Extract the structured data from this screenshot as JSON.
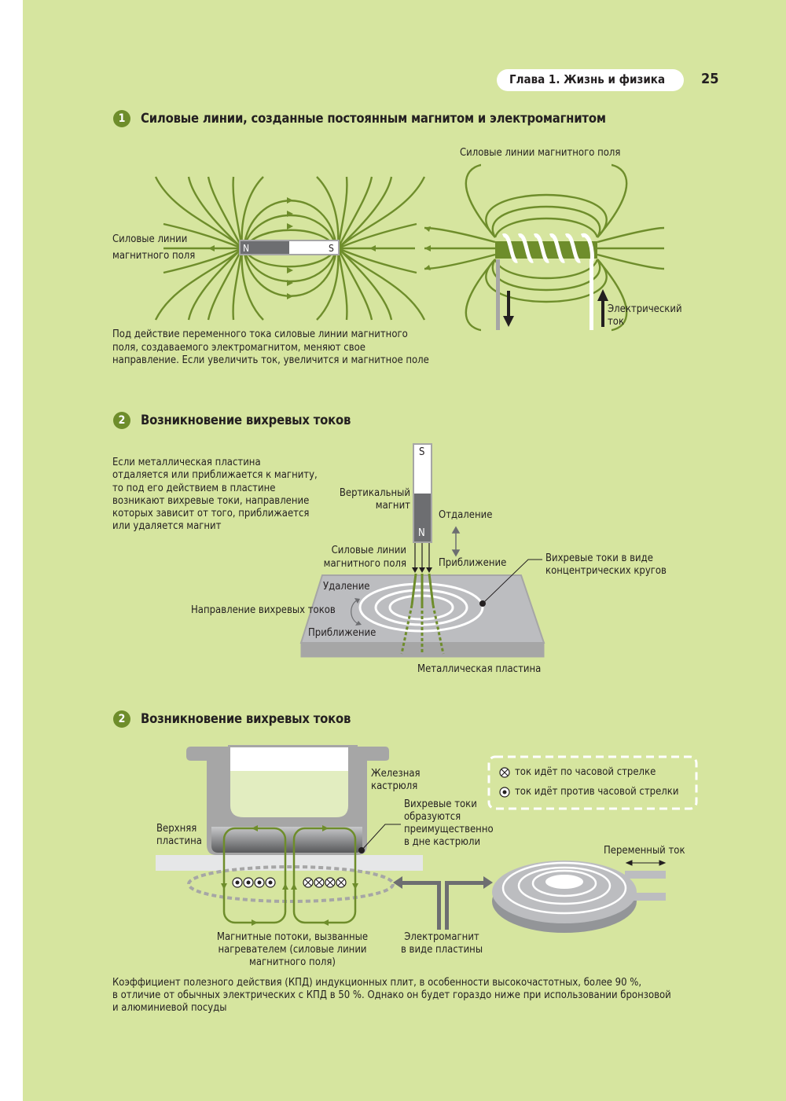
{
  "header": {
    "chapter": "Глава 1.  Жизнь и физика",
    "page_number": "25"
  },
  "section1": {
    "number": "1",
    "title": "Силовые линии, созданные постоянным магнитом и электромагнитом",
    "label_field_lines_top": "Силовые линии магнитного поля",
    "label_field_lines_left_1": "Силовые линии",
    "label_field_lines_left_2": "магнитного поля",
    "magnet_n": "N",
    "magnet_s": "S",
    "label_current_1": "Электрический",
    "label_current_2": "ток",
    "caption": [
      "Под действие переменного тока силовые линии магнитного",
      "поля, создаваемого электромагнитом, меняют свое",
      "направление. Если увеличить ток, увеличится и магнитное поле"
    ]
  },
  "section2": {
    "number": "2",
    "title": "Возникновение вихревых токов",
    "description": [
      "Если металлическая пластина",
      "отдаляется или приближается к магниту,",
      "то под его действием в пластине",
      "возникают вихревые токи, направление",
      "которых зависит от того, приближается",
      "или удаляется магнит"
    ],
    "magnet_s": "S",
    "magnet_n": "N",
    "label_vertical_magnet_1": "Вертикальный",
    "label_vertical_magnet_2": "магнит",
    "label_move_away": "Отдаление",
    "label_approach": "Приближение",
    "label_field_lines_1": "Силовые линии",
    "label_field_lines_2": "магнитного поля",
    "label_eddy_circles_1": "Вихревые токи в виде",
    "label_eddy_circles_2": "концентрических кругов",
    "label_removal": "Удаление",
    "label_eddy_direction": "Направление вихревых токов",
    "label_approach_2": "Приближение",
    "label_metal_plate": "Металлическая пластина"
  },
  "section3": {
    "number": "2",
    "title": "Возникновение вихревых токов",
    "label_iron_pot_1": "Железная",
    "label_iron_pot_2": "кастрюля",
    "label_eddy_bottom": [
      "Вихревые токи",
      "образуются",
      "преимущественно",
      "в дне кастрюли"
    ],
    "label_top_plate_1": "Верхняя",
    "label_top_plate_2": "пластина",
    "legend": {
      "clockwise": "ток идёт по часовой стрелке",
      "counterclockwise": "ток идёт против часовой стрелки"
    },
    "label_alternating_current": "Переменный ток",
    "label_magnetic_flux": [
      "Магнитные потоки, вызванные",
      "нагревателем (силовые линии",
      "магнитного поля)"
    ],
    "label_electromagnet_1": "Электромагнит",
    "label_electromagnet_2": "в виде пластины"
  },
  "footer_note": [
    "Коэффициент полезного действия (КПД) индукционных плит, в особенности высокочастотных, более 90 %,",
    "в отличие от обычных электрических с КПД в 50 %. Однако он будет гораздо ниже при использовании бронзовой",
    "и алюминиевой посуды"
  ],
  "colors": {
    "page_bg": "#d6e59f",
    "accent_green": "#6e8d2b",
    "gray": "#a6a6a6",
    "dark_gray": "#6d6e71"
  }
}
